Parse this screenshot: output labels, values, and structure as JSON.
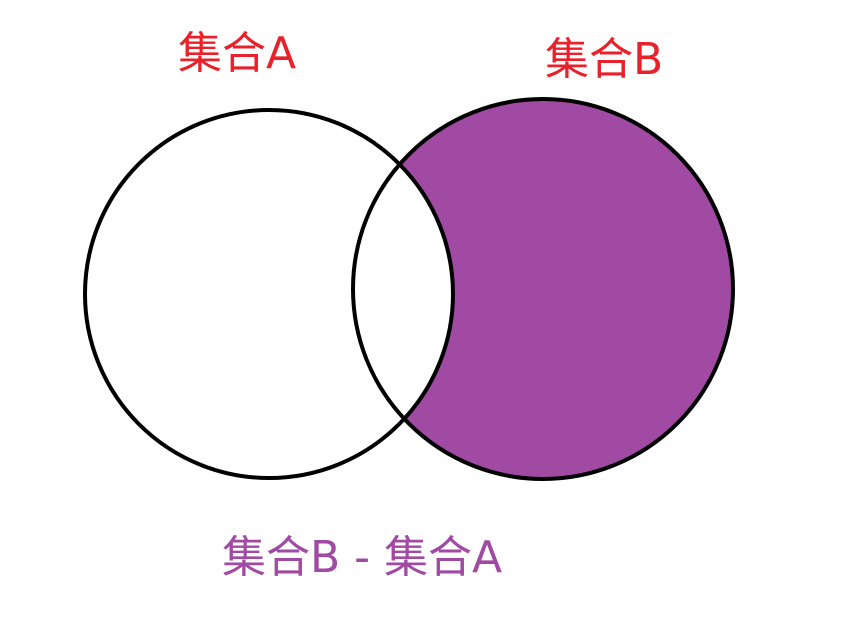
{
  "labels": {
    "set_a": "集合A",
    "set_b": "集合B",
    "difference": "集合B - 集合A"
  },
  "colors": {
    "set_label": "#e8212b",
    "difference_label": "#a04aa3",
    "difference_fill": "#a04aa3",
    "outline": "#000000",
    "background": "#ffffff"
  },
  "highlighted_region": "B minus A"
}
